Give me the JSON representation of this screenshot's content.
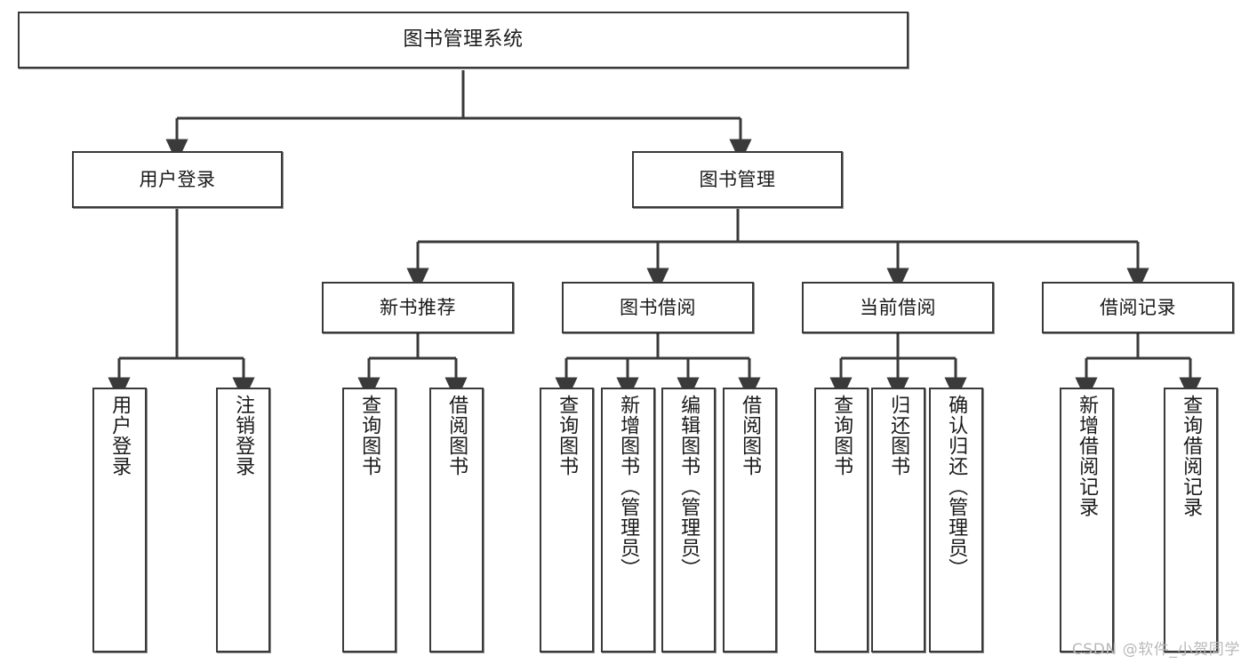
{
  "diagram": {
    "title": "图书管理系统",
    "type": "function-structure-tree",
    "stroke_color": "#3a3a3a",
    "fill_color": "#ffffff",
    "text_color": "#1a1a1a",
    "watermark": "CSDN @软件_小贺同学",
    "levels": {
      "level1": [
        {
          "id": "root",
          "label": "图书管理系统"
        }
      ],
      "level2": [
        {
          "id": "user-login",
          "label": "用户登录"
        },
        {
          "id": "book-manage",
          "label": "图书管理"
        }
      ],
      "level3": [
        {
          "id": "new-book-recommend",
          "label": "新书推荐"
        },
        {
          "id": "book-borrow",
          "label": "图书借阅"
        },
        {
          "id": "current-borrow",
          "label": "当前借阅"
        },
        {
          "id": "borrow-record",
          "label": "借阅记录"
        }
      ],
      "level4": [
        {
          "id": "leaf-user-login",
          "label": "用户登录",
          "parent": "user-login"
        },
        {
          "id": "leaf-logout",
          "label": "注销登录",
          "parent": "user-login"
        },
        {
          "id": "leaf-query-book-1",
          "label": "查询图书",
          "parent": "new-book-recommend"
        },
        {
          "id": "leaf-borrow-book-1",
          "label": "借阅图书",
          "parent": "new-book-recommend"
        },
        {
          "id": "leaf-query-book-2",
          "label": "查询图书",
          "parent": "book-borrow"
        },
        {
          "id": "leaf-add-book",
          "label": "新增图书（管理员）",
          "parent": "book-borrow"
        },
        {
          "id": "leaf-edit-book",
          "label": "编辑图书（管理员）",
          "parent": "book-borrow"
        },
        {
          "id": "leaf-borrow-book-2",
          "label": "借阅图书",
          "parent": "book-borrow"
        },
        {
          "id": "leaf-query-book-3",
          "label": "查询图书",
          "parent": "current-borrow"
        },
        {
          "id": "leaf-return-book",
          "label": "归还图书",
          "parent": "current-borrow"
        },
        {
          "id": "leaf-confirm-return",
          "label": "确认归还（管理员）",
          "parent": "current-borrow"
        },
        {
          "id": "leaf-add-record",
          "label": "新增借阅记录",
          "parent": "borrow-record"
        },
        {
          "id": "leaf-query-record",
          "label": "查询借阅记录",
          "parent": "borrow-record"
        }
      ]
    }
  }
}
